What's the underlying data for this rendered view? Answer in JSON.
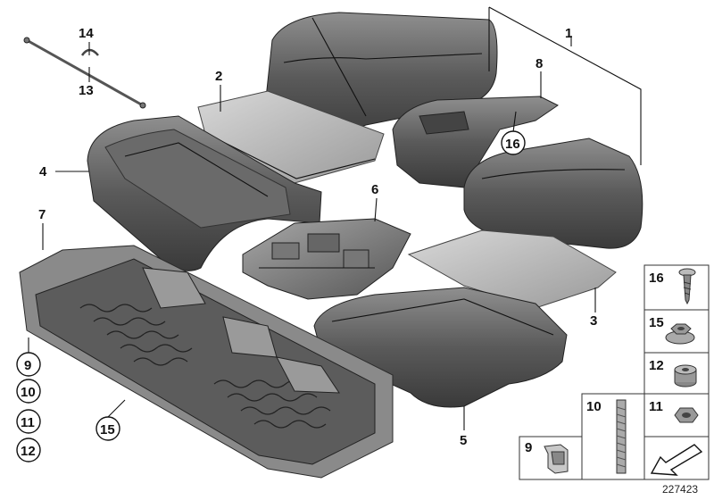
{
  "callouts": {
    "c1": "1",
    "c2": "2",
    "c3": "3",
    "c4": "4",
    "c5": "5",
    "c6": "6",
    "c7": "7",
    "c8": "8",
    "c13": "13",
    "c14": "14",
    "c15": "15",
    "c16": "16",
    "c9": "9",
    "c10": "10",
    "c11": "11",
    "c12": "12"
  },
  "side_panel": {
    "p16": "16",
    "p15": "15",
    "p12": "12",
    "p11": "11",
    "p10": "10",
    "p9": "9"
  },
  "reference_number": "227423",
  "colors": {
    "cushion_dark": "#4a4a4a",
    "cushion_mid": "#7a7a7a",
    "cushion_light": "#b5b5b5",
    "pad_light": "#c4c4c4",
    "frame_gray": "#8a8a8a"
  }
}
